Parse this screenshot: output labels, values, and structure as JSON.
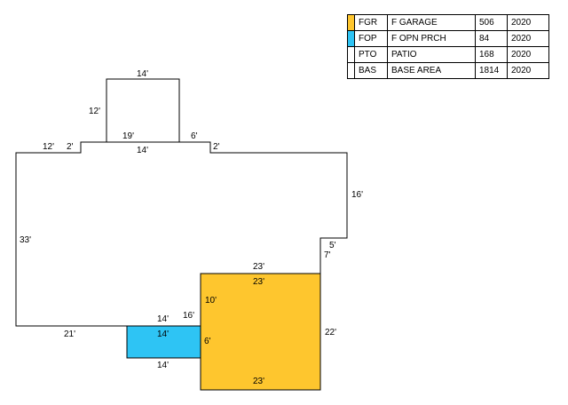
{
  "legend": [
    {
      "code": "FGR",
      "description": "F GARAGE",
      "area": "506",
      "year": "2020",
      "color": "#fec62e"
    },
    {
      "code": "FOP",
      "description": "F OPN PRCH",
      "area": "84",
      "year": "2020",
      "color": "#2ec4f4"
    },
    {
      "code": "PTO",
      "description": "PATIO",
      "area": "168",
      "year": "2020",
      "color": "#ffffff"
    },
    {
      "code": "BAS",
      "description": "BASE AREA",
      "area": "1814",
      "year": "2020",
      "color": "#ffffff"
    }
  ],
  "dimensions": {
    "top_14": "14'",
    "upper_left_12": "12'",
    "inner_19": "19'",
    "inner_6": "6'",
    "inner_14": "14'",
    "left_12": "12'",
    "left_2": "2'",
    "right_2": "2'",
    "right_16": "16'",
    "left_33": "33'",
    "right_5": "5'",
    "right_7": "7'",
    "garage_top_outer_23": "23'",
    "garage_top_inner_23": "23'",
    "garage_10": "10'",
    "garage_16": "16'",
    "garage_6": "6'",
    "garage_right_22": "22'",
    "garage_bottom_23": "23'",
    "bottom_21": "21'",
    "porch_top_14": "14'",
    "porch_inner_14": "14'",
    "porch_bottom_14": "14'"
  }
}
